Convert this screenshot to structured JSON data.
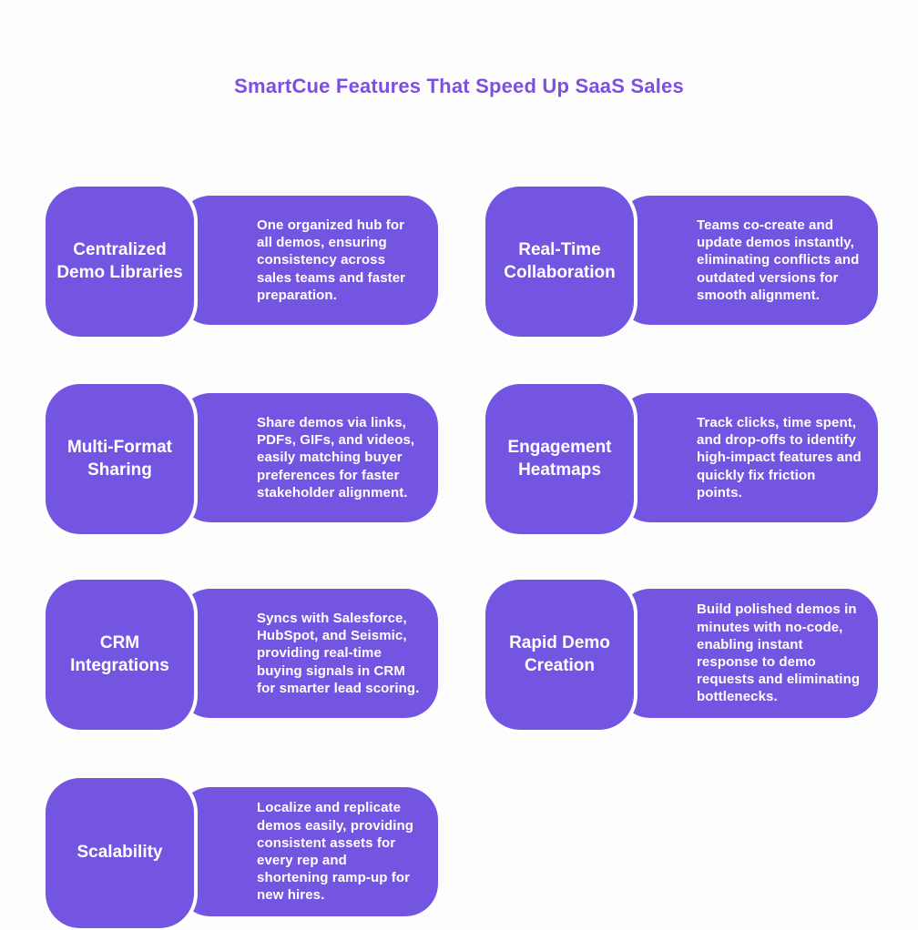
{
  "page": {
    "title": "SmartCue Features That Speed Up SaaS Sales"
  },
  "colors": {
    "card": "#7355e2",
    "title": "#7c4fe0",
    "background": "#fdfdfe",
    "text_on_card": "#ffffff"
  },
  "features": [
    {
      "title": "Centralized Demo Libraries",
      "description": "One organized hub for all demos, ensuring consistency across sales teams and faster preparation."
    },
    {
      "title": "Real-Time Collaboration",
      "description": "Teams co-create and update demos instantly, eliminating conflicts and outdated versions for smooth alignment."
    },
    {
      "title": "Multi-Format Sharing",
      "description": "Share demos via links, PDFs, GIFs, and videos, easily matching buyer preferences for faster stakeholder alignment."
    },
    {
      "title": "Engagement Heatmaps",
      "description": "Track clicks, time spent, and drop-offs to identify high-impact features and quickly fix friction points."
    },
    {
      "title": "CRM Integrations",
      "description": "Syncs with Salesforce, HubSpot, and Seismic, providing real-time buying signals in CRM for smarter lead scoring."
    },
    {
      "title": "Rapid Demo Creation",
      "description": "Build polished demos in minutes with no-code, enabling instant response to demo requests and eliminating bottlenecks."
    },
    {
      "title": "Scalability",
      "description": "Localize and replicate demos easily, providing consistent assets for every rep and shortening ramp-up for new hires."
    }
  ]
}
